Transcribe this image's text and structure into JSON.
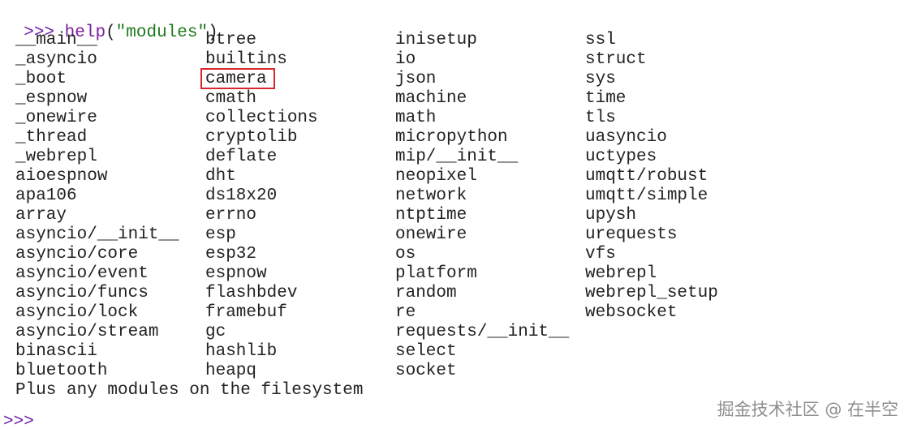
{
  "console": {
    "prompt": ">>>",
    "command_fn": "help",
    "command_open": "(",
    "command_arg": "\"modules\"",
    "command_close": ")",
    "columns": [
      [
        "__main__",
        "_asyncio",
        "_boot",
        "_espnow",
        "_onewire",
        "_thread",
        "_webrepl",
        "aioespnow",
        "apa106",
        "array",
        "asyncio/__init__",
        "asyncio/core",
        "asyncio/event",
        "asyncio/funcs",
        "asyncio/lock",
        "asyncio/stream",
        "binascii",
        "bluetooth"
      ],
      [
        "btree",
        "builtins",
        "camera",
        "cmath",
        "collections",
        "cryptolib",
        "deflate",
        "dht",
        "ds18x20",
        "errno",
        "esp",
        "esp32",
        "espnow",
        "flashbdev",
        "framebuf",
        "gc",
        "hashlib",
        "heapq"
      ],
      [
        "inisetup",
        "io",
        "json",
        "machine",
        "math",
        "micropython",
        "mip/__init__",
        "neopixel",
        "network",
        "ntptime",
        "onewire",
        "os",
        "platform",
        "random",
        "re",
        "requests/__init__",
        "select",
        "socket"
      ],
      [
        "ssl",
        "struct",
        "sys",
        "time",
        "tls",
        "uasyncio",
        "uctypes",
        "umqtt/robust",
        "umqtt/simple",
        "upysh",
        "urequests",
        "vfs",
        "webrepl",
        "webrepl_setup",
        "websocket"
      ]
    ],
    "highlighted_module": "camera",
    "highlight_color": "#d9262c",
    "footer": "Plus any modules on the filesystem",
    "bottom_prompt": ">>>"
  },
  "watermark": "掘金技术社区 @ 在半空"
}
